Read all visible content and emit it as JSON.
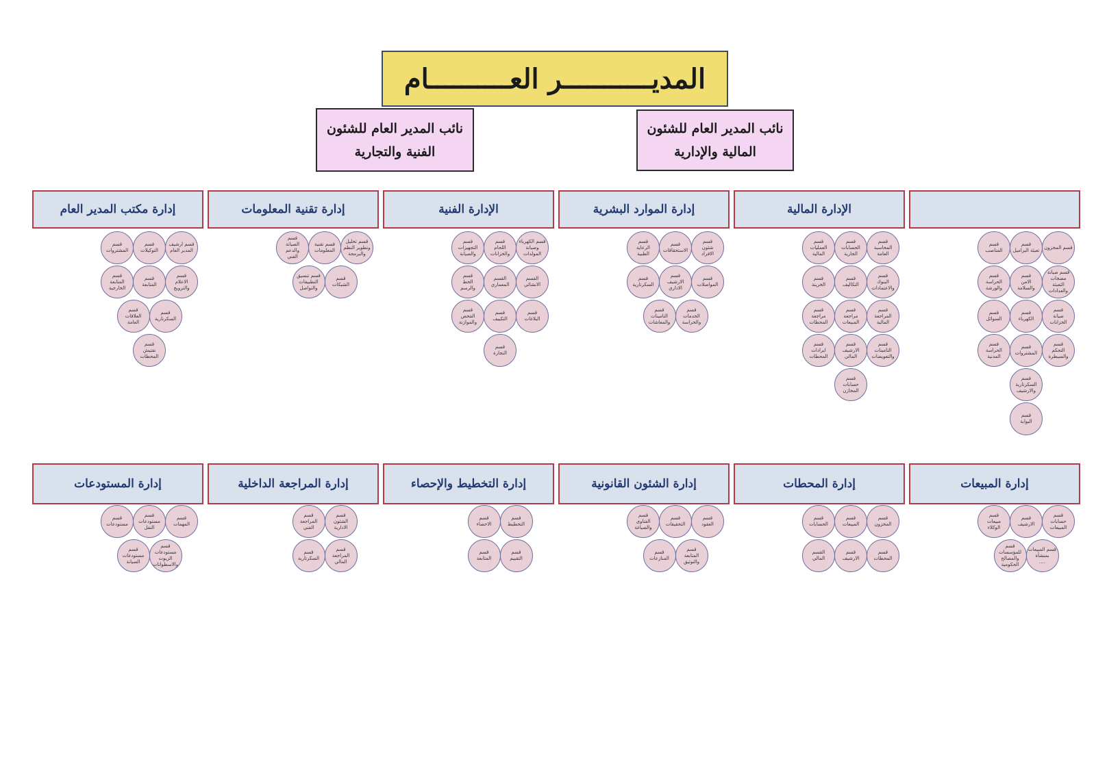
{
  "general_manager": "المديـــــــــــر العــــــــــام",
  "deputies": {
    "admin_finance": "نائب المدير العام للشئون\nالمالية والإدارية",
    "tech_commercial": "نائب المدير العام للشئون\nالفنية والتجارية"
  },
  "row1": [
    {
      "title": "",
      "sections": [
        [
          "قسم المخزون",
          "قسم\nتعبئة البراميل",
          "قسم\nالمناصب"
        ],
        [
          "قسم صيانة\nمضخات التعبئة\nوالعدادات",
          "قسم\nالامن\nوالسلامة",
          "قسم\nالحراسة\nوالورشة"
        ],
        [
          "قسم\nصيانة\nالخزانات",
          "قسم\nالكهرباء",
          "قسم\nالسوائل"
        ],
        [
          "قسم\nالتحكم\nوالسيطرة",
          "قسم\nالمشتروات",
          "قسم\nالحراسة\nالمدنية"
        ],
        [
          "قسم\nالسكرتارية\nوالارشيف"
        ],
        [
          "قسم\nالبوابة"
        ]
      ]
    },
    {
      "title": "الإدارة المالية",
      "sections": [
        [
          "قسم\nالمحاسبة\nالعامة",
          "قسم\nالحسابات\nالجارية",
          "قسم\nالعمليات\nالمالية"
        ],
        [
          "قسم\nالبنوك\nوالاعتمادات",
          "قسم\nالتكاليف",
          "قسم\nالخزينة"
        ],
        [
          "قسم\nالمراجعة\nالمالية",
          "قسم\nمراجعة\nالمبيعات",
          "قسم\nمراجعة\nالمحطات"
        ],
        [
          "قسم\nالتامينات\nوالتعويضات",
          "قسم\nالارشيف\nالمالي",
          "قسم\nايرادات\nالمحطات"
        ],
        [
          "قسم\nحسابات\nالمخازن"
        ]
      ]
    },
    {
      "title": "إدارة الموارد البشرية",
      "sections": [
        [
          "قسم\nشئون\nالافراد",
          "قسم\nالاستحقاقات",
          "قسم\nالرعاية\nالطبية"
        ],
        [
          "قسم\nالمواصلات",
          "قسم\nالارشيف\nالاداري",
          "قسم\nالسكرتارية"
        ],
        [
          "قسم\nالخدمات\nوالحراسة",
          "قسم\nالتامينات\nوالمعاشات"
        ]
      ]
    },
    {
      "title": "الإدارة الفنية",
      "sections": [
        [
          "قسم الكهرباء\nوصيانة\nالمولدات",
          "قسم\nاللحام\nوالخزانات",
          "قسم\nالتجهيزات\nوالصيانة"
        ],
        [
          "القسم\nالانشائي",
          "القسم\nالمعماري",
          "قسم\nالخط\nوالرسم"
        ],
        [
          "قسم\nالبلاغات",
          "قسم\nالتكييف",
          "قسم\nالفحص\nوالموازنة"
        ],
        [
          "قسم\nالنجارة"
        ]
      ]
    },
    {
      "title": "إدارة تقنية المعلومات",
      "sections": [
        [
          "قسم تحليل\nوتطوير النظم\nوالبرمجة",
          "قسم تقنية\nالمعلومات",
          "قسم\nالصيانة والدعم\nالفني"
        ],
        [
          "قسم\nالشبكات",
          "قسم تنسيق\nالتطبيقات\nوالتواصل"
        ]
      ]
    },
    {
      "title": "إدارة مكتب المدير العام",
      "sections": [
        [
          "قسم ارشيف\nالمدير العام",
          "قسم\nالتوكيلات",
          "قسم\nالمشتروات"
        ],
        [
          "قسم\nالاعلام\nوالترويج",
          "قسم\nالمتابعة",
          "قسم\nالمتابعة\nالخارجية"
        ],
        [
          "قسم\nالسكرتارية",
          "قسم\nالعلاقات\nالعامة"
        ],
        [
          "قسم\nتفتيش\nالمحطات"
        ]
      ]
    }
  ],
  "row2": [
    {
      "title": "إدارة المبيعات",
      "sections": [
        [
          "قسم\nحسابات\nالمبيعات",
          "قسم\nالارشيف",
          "قسم\nمبيعات\nالوكلاء"
        ],
        [
          "قسم المبيعات\nبمنشأة\n....",
          "قسم\nللمؤسسات\nوالمصالح\nالحكومية"
        ]
      ]
    },
    {
      "title": "إدارة المحطات",
      "sections": [
        [
          "قسم\nالمخزون",
          "قسم\nالمبيعات",
          "قسم\nالحسابات"
        ],
        [
          "قسم\nالمحطات",
          "قسم\nالارشيف",
          "القسم\nالمالي"
        ]
      ]
    },
    {
      "title": "إدارة الشئون القانونية",
      "sections": [
        [
          "قسم\nالعقود",
          "قسم\nالتحقيقات",
          "قسم\nالفتاوى\nوالصياغة"
        ],
        [
          "قسم\nالمتابعة\nوالتوثيق",
          "قسم\nالمنازعات"
        ]
      ]
    },
    {
      "title": "إدارة التخطيط والإحصاء",
      "sections": [
        [
          "قسم\nالتخطيط",
          "قسم\nالاحصاء"
        ],
        [
          "قسم\nالتقييم",
          "قسم\nالمتابعة"
        ]
      ]
    },
    {
      "title": "إدارة المراجعة الداخلية",
      "sections": [
        [
          "قسم\nالشئون\nالادارية",
          "قسم\nالمراجعة\nالفني"
        ],
        [
          "قسم\nالمراجعة\nالمالي",
          "قسم\nالسكرتارية"
        ]
      ]
    },
    {
      "title": "إدارة المستودعات",
      "sections": [
        [
          "قسم\nالمهمات",
          "قسم\nمستودعات\nالنقل",
          "قسم\nمستودعات"
        ],
        [
          "قسم\nمستودعات\nالزيوت\nوالاسطوانات",
          "قسم\nمستودعات\nالصيانة"
        ]
      ]
    }
  ]
}
